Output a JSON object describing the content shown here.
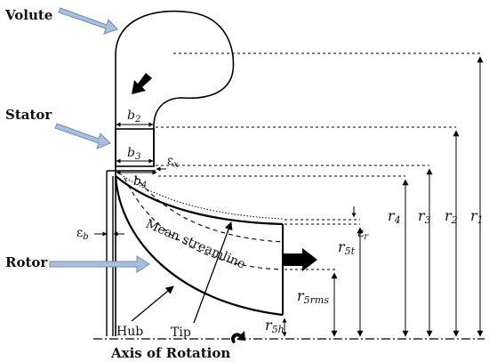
{
  "labels": {
    "volute": "Volute",
    "stator": "Stator",
    "rotor": "Rotor",
    "axis": "Axis of Rotation",
    "hub": "Hub",
    "tip": "Tip",
    "mean": "Mean streamline"
  },
  "symbols": {
    "b2": "b",
    "b2_sub": "2",
    "b3": "b",
    "b3_sub": "3",
    "b4": "b",
    "b4_sub": "4",
    "ex": "ε",
    "ex_sub": "x",
    "eb": "ε",
    "eb_sub": "b",
    "er": "ε",
    "er_sub": "r",
    "r1": "r",
    "r1_sub": "1",
    "r2": "r",
    "r2_sub": "2",
    "r3": "r",
    "r3_sub": "3",
    "r4": "r",
    "r4_sub": "4",
    "r5t": "r",
    "r5t_sub": "5t",
    "r5rms": "r",
    "r5rms_sub": "5rms",
    "r5h": "r",
    "r5h_sub": "5h"
  },
  "colors": {
    "line": "#000000",
    "callout_arrow_fill": "#a9bfdc",
    "callout_arrow_stroke": "#6e8cb8",
    "flow_arrow": "#000000"
  },
  "icons": {
    "inflow": "down-arrow-icon",
    "outflow": "right-arrow-icon",
    "rotation": "rotation-arrow-icon"
  }
}
